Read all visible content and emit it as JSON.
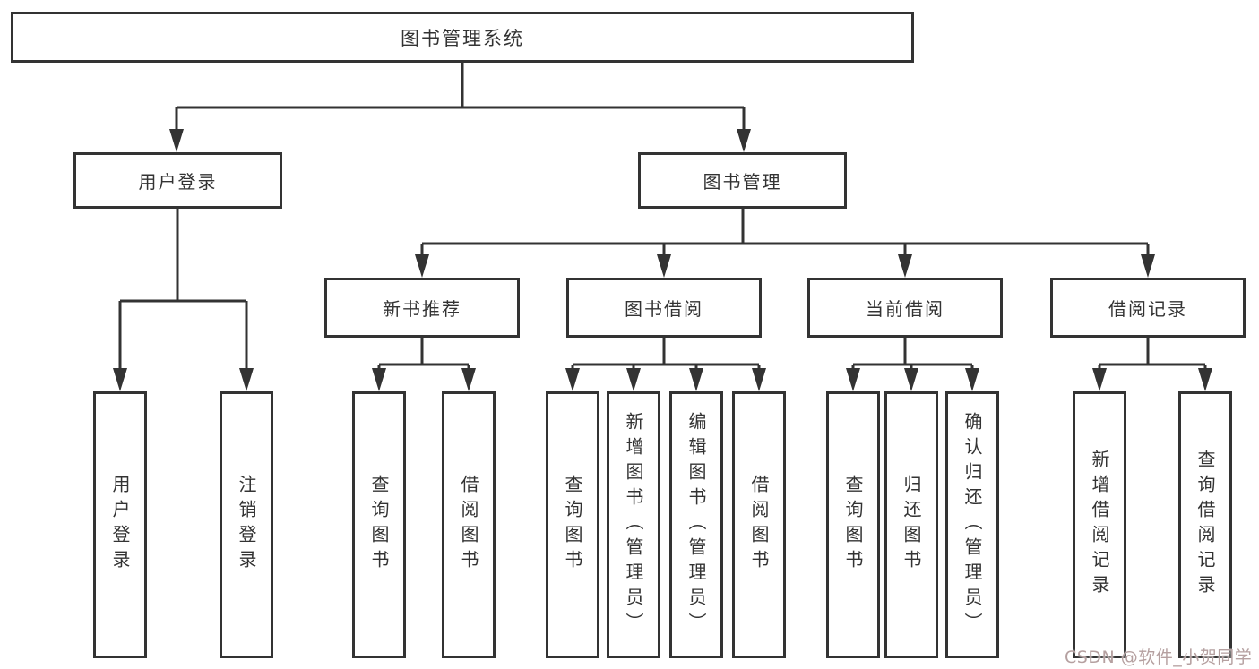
{
  "colors": {
    "stroke": "#333333",
    "text": "#333333",
    "background": "#ffffff",
    "watermark": "#b5a0a0"
  },
  "nodes": {
    "root": "图书管理系统",
    "level2": [
      "用户登录",
      "图书管理"
    ],
    "level3": [
      "新书推荐",
      "图书借阅",
      "当前借阅",
      "借阅记录"
    ],
    "leaves": [
      "用户登录",
      "注销登录",
      "查询图书",
      "借阅图书",
      "查询图书",
      "新增图书（管理员）",
      "编辑图书（管理员）",
      "借阅图书",
      "查询图书",
      "归还图书",
      "确认归还（管理员）",
      "新增借阅记录",
      "查询借阅记录"
    ]
  },
  "watermark": "CSDN @软件_小贺同学"
}
